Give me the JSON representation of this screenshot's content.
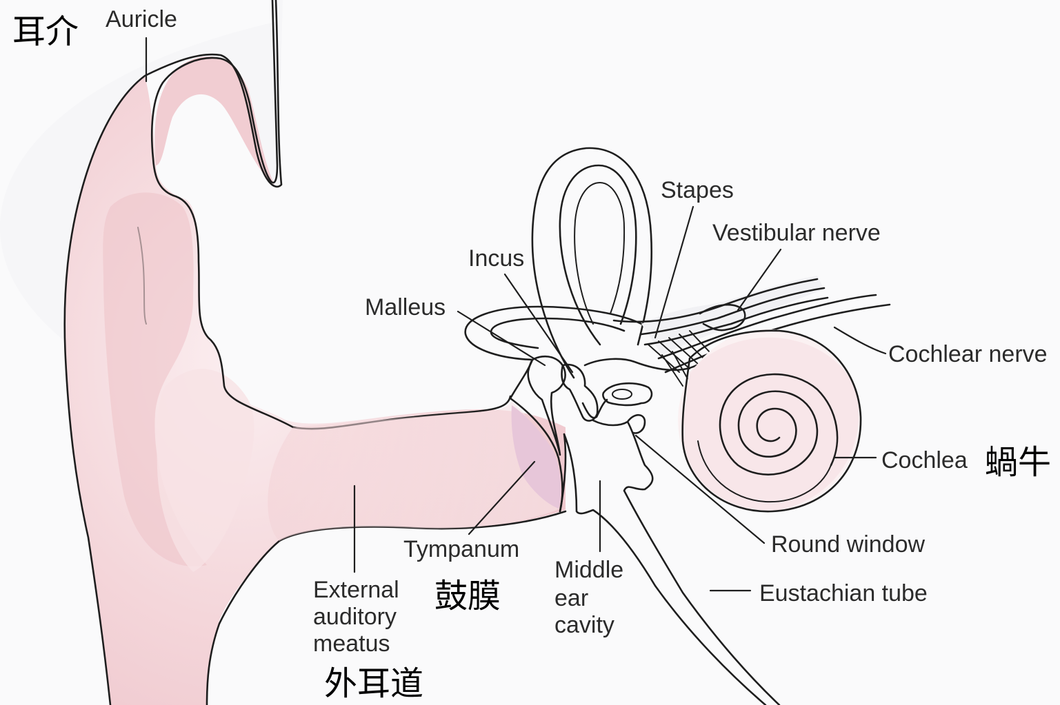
{
  "labels": {
    "auricle": "Auricle",
    "auricle_cn": "耳介",
    "stapes": "Stapes",
    "vestibular_nerve": "Vestibular nerve",
    "incus": "Incus",
    "malleus": "Malleus",
    "cochlear_nerve": "Cochlear nerve",
    "cochlea": "Cochlea",
    "cochlea_cn": "蝸牛",
    "round_window": "Round window",
    "eustachian_tube": "Eustachian tube",
    "tympanum": "Tympanum",
    "tympanum_cn": "鼓膜",
    "middle_ear_cavity": [
      "Middle",
      "ear",
      "cavity"
    ],
    "external_auditory_meatus": [
      "External",
      "auditory",
      "meatus"
    ],
    "external_auditory_meatus_cn": "外耳道"
  },
  "colors": {
    "skin": "#f3d3d6",
    "skin_light": "#fbecee",
    "background_tint": "#f6f6f8",
    "tympanum_fill": "#e9c9dc",
    "outline": "#1e1e1e"
  }
}
